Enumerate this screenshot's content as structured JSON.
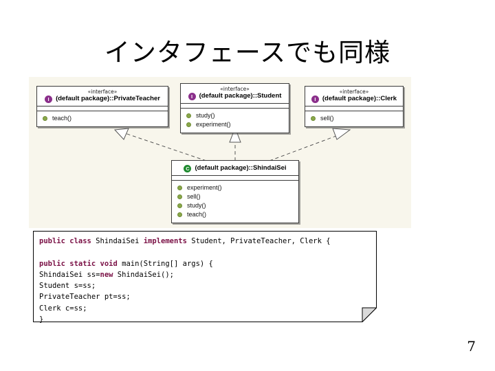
{
  "slide": {
    "title": "インタフェースでも同様",
    "page_number": "7"
  },
  "diagram": {
    "background_color": "#f8f6ec",
    "interface_icon_color": "#8b2f8b",
    "class_icon_color": "#1f8a2f",
    "method_bullet_color": "#8aa84a",
    "interface_icon_label": "I",
    "class_icon_label": "C",
    "boxes": [
      {
        "id": "private-teacher",
        "stereotype": "«interface»",
        "name": "(default package)::PrivateTeacher",
        "kind": "interface",
        "operations": [
          "teach()"
        ]
      },
      {
        "id": "student",
        "stereotype": "«interface»",
        "name": "(default package)::Student",
        "kind": "interface",
        "operations": [
          "study()",
          "experiment()"
        ]
      },
      {
        "id": "clerk",
        "stereotype": "«interface»",
        "name": "(default package)::Clerk",
        "kind": "interface",
        "operations": [
          "sell()"
        ]
      },
      {
        "id": "shindaisei",
        "stereotype": "",
        "name": "(default package)::ShindaiSei",
        "kind": "class",
        "operations": [
          "experiment()",
          "sell()",
          "study()",
          "teach()"
        ]
      }
    ],
    "relationships": [
      {
        "from": "shindaisei",
        "to": "private-teacher",
        "type": "realization"
      },
      {
        "from": "shindaisei",
        "to": "student",
        "type": "realization"
      },
      {
        "from": "shindaisei",
        "to": "clerk",
        "type": "realization"
      }
    ]
  },
  "code": {
    "keyword_color": "#7a1045",
    "lines": [
      [
        {
          "t": "public class",
          "kw": true
        },
        {
          "t": " ShindaiSei ",
          "kw": false
        },
        {
          "t": "implements",
          "kw": true
        },
        {
          "t": " Student, PrivateTeacher, Clerk {",
          "kw": false
        }
      ],
      [],
      [
        {
          "t": "public static void",
          "kw": true
        },
        {
          "t": " main(String[] args) {",
          "kw": false
        }
      ],
      [
        {
          "t": "ShindaiSei ss=",
          "kw": false
        },
        {
          "t": "new",
          "kw": true
        },
        {
          "t": " ShindaiSei();",
          "kw": false
        }
      ],
      [
        {
          "t": "Student s=ss;",
          "kw": false
        }
      ],
      [
        {
          "t": "PrivateTeacher pt=ss;",
          "kw": false
        }
      ],
      [
        {
          "t": "Clerk c=ss;",
          "kw": false
        }
      ],
      [
        {
          "t": "}",
          "kw": false
        }
      ]
    ]
  }
}
